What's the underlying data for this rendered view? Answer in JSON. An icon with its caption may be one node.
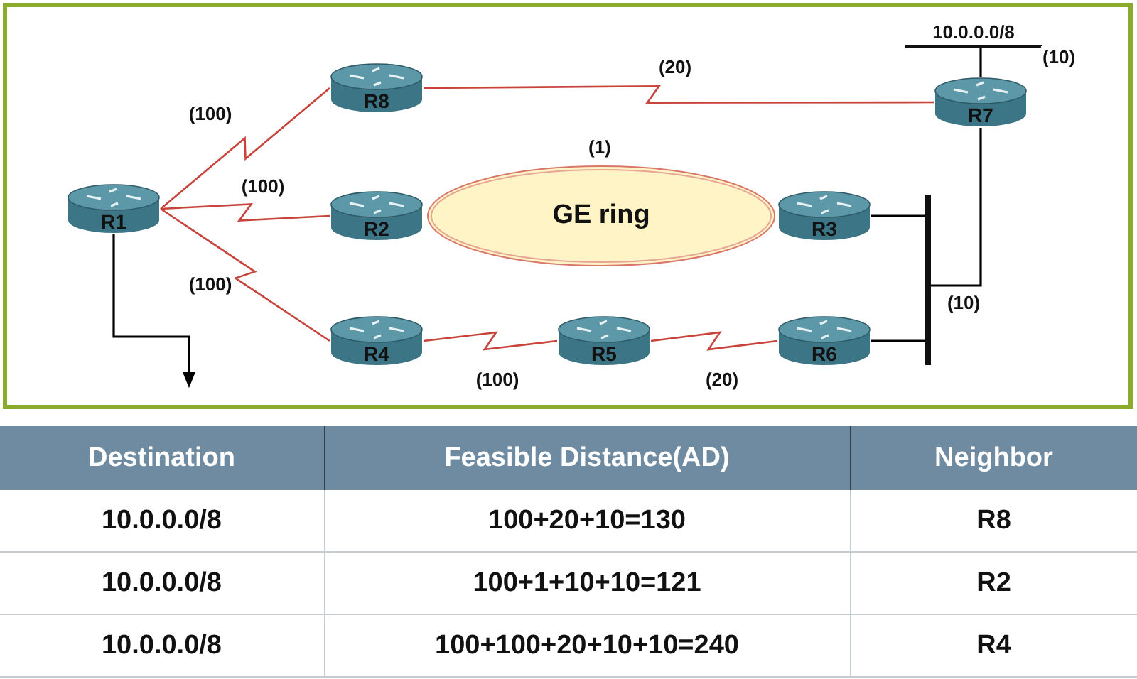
{
  "diagram": {
    "nodes": [
      {
        "text": [
          "R1"
        ]
      },
      {
        "text": [
          "R8"
        ]
      },
      {
        "text": [
          "R2"
        ]
      },
      {
        "text": [
          "GE ring"
        ],
        "beside": [
          "(1)"
        ]
      },
      {
        "text": [
          "R3"
        ]
      },
      {
        "text": [
          "R4"
        ]
      },
      {
        "text": [
          "R5"
        ]
      },
      {
        "text": [
          "R6"
        ]
      },
      {
        "text": [
          "R7"
        ]
      },
      {
        "text": [
          "10.0.0.0/8"
        ]
      },
      {
        "text": [],
        "shape": "bar"
      }
    ],
    "edges": [
      {
        "from": 0,
        "to": 1,
        "arrow": "none",
        "label": "(100)"
      },
      {
        "from": 0,
        "to": 2,
        "arrow": "none",
        "label": "(100)"
      },
      {
        "from": 0,
        "to": 5,
        "arrow": "none",
        "label": "(100)"
      },
      {
        "from": 1,
        "to": 8,
        "arrow": "none",
        "label": "(20)"
      },
      {
        "from": 5,
        "to": 6,
        "arrow": "none",
        "label": "(100)"
      },
      {
        "from": 6,
        "to": 7,
        "arrow": "none",
        "label": "(20)"
      },
      {
        "from": 4,
        "to": 10,
        "arrow": "none",
        "color": "#000000"
      },
      {
        "from": 7,
        "to": 10,
        "arrow": "none",
        "color": "#000000"
      },
      {
        "from": 10,
        "to": 8,
        "arrow": "none",
        "label": "(10)",
        "color": "#000000"
      },
      {
        "from": 8,
        "to": 9,
        "arrow": "none",
        "label": "(10)",
        "color": "#000000"
      },
      {
        "from": 0,
        "to": null,
        "arrow": "to",
        "color": "#000000"
      }
    ],
    "labels": [
      "Destination",
      "Feasible Distance(AD)",
      "Neighbor",
      "10.0.0.0/8",
      "100+20+10=130",
      "R8",
      "10.0.0.0/8",
      "100+1+10+10=121",
      "R2",
      "10.0.0.0/8",
      "100+100+20+10+10=240",
      "R4"
    ]
  }
}
